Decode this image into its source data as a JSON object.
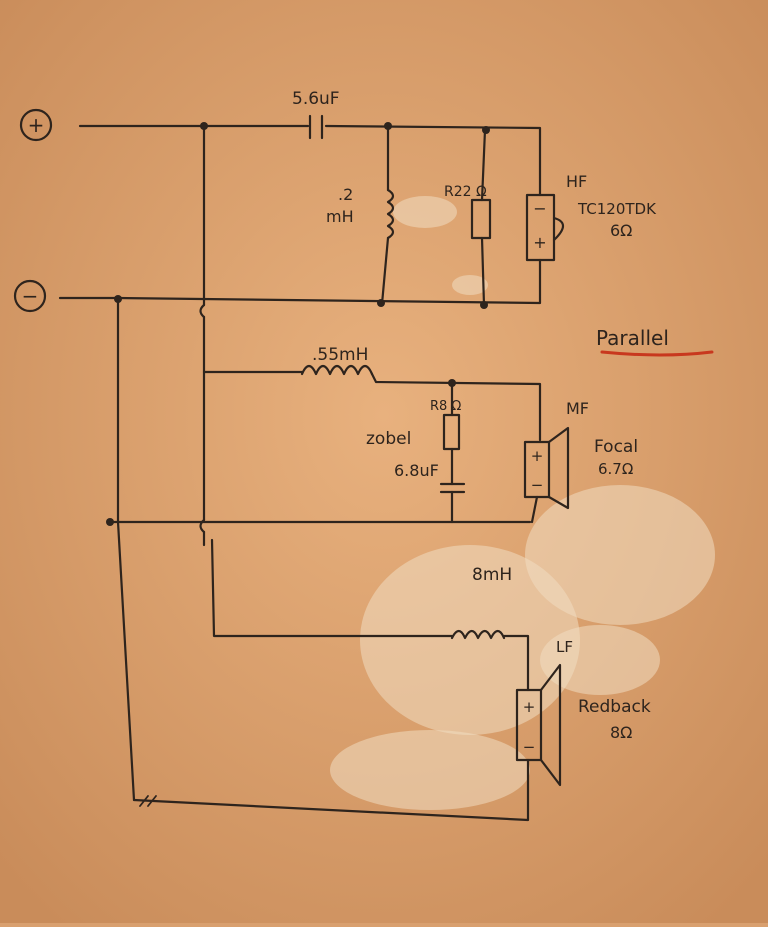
{
  "terminals": {
    "positive": "+",
    "negative": "−"
  },
  "hf": {
    "capacitor": "5.6uF",
    "inductor_value": ".2",
    "inductor_unit": "mH",
    "resistor": "R22 Ω",
    "driver_label": "HF",
    "driver_model": "TC120TDK",
    "driver_impedance": "6Ω",
    "driver_minus": "−",
    "driver_plus": "+"
  },
  "wiring_note": "Parallel",
  "mf": {
    "inductor": ".55mH",
    "zobel_label": "zobel",
    "zobel_resistor": "R8 Ω",
    "zobel_capacitor": "6.8uF",
    "driver_label": "MF",
    "driver_model": "Focal",
    "driver_impedance": "6.7Ω",
    "driver_plus": "+",
    "driver_minus": "−"
  },
  "lf": {
    "inductor": "8mH",
    "driver_label": "LF",
    "driver_model": "Redback",
    "driver_impedance": "8Ω",
    "driver_plus": "+",
    "driver_minus": "−"
  },
  "colors": {
    "paper": "#d9a06f",
    "ink": "#2e241d",
    "underline": "#c8381e"
  }
}
